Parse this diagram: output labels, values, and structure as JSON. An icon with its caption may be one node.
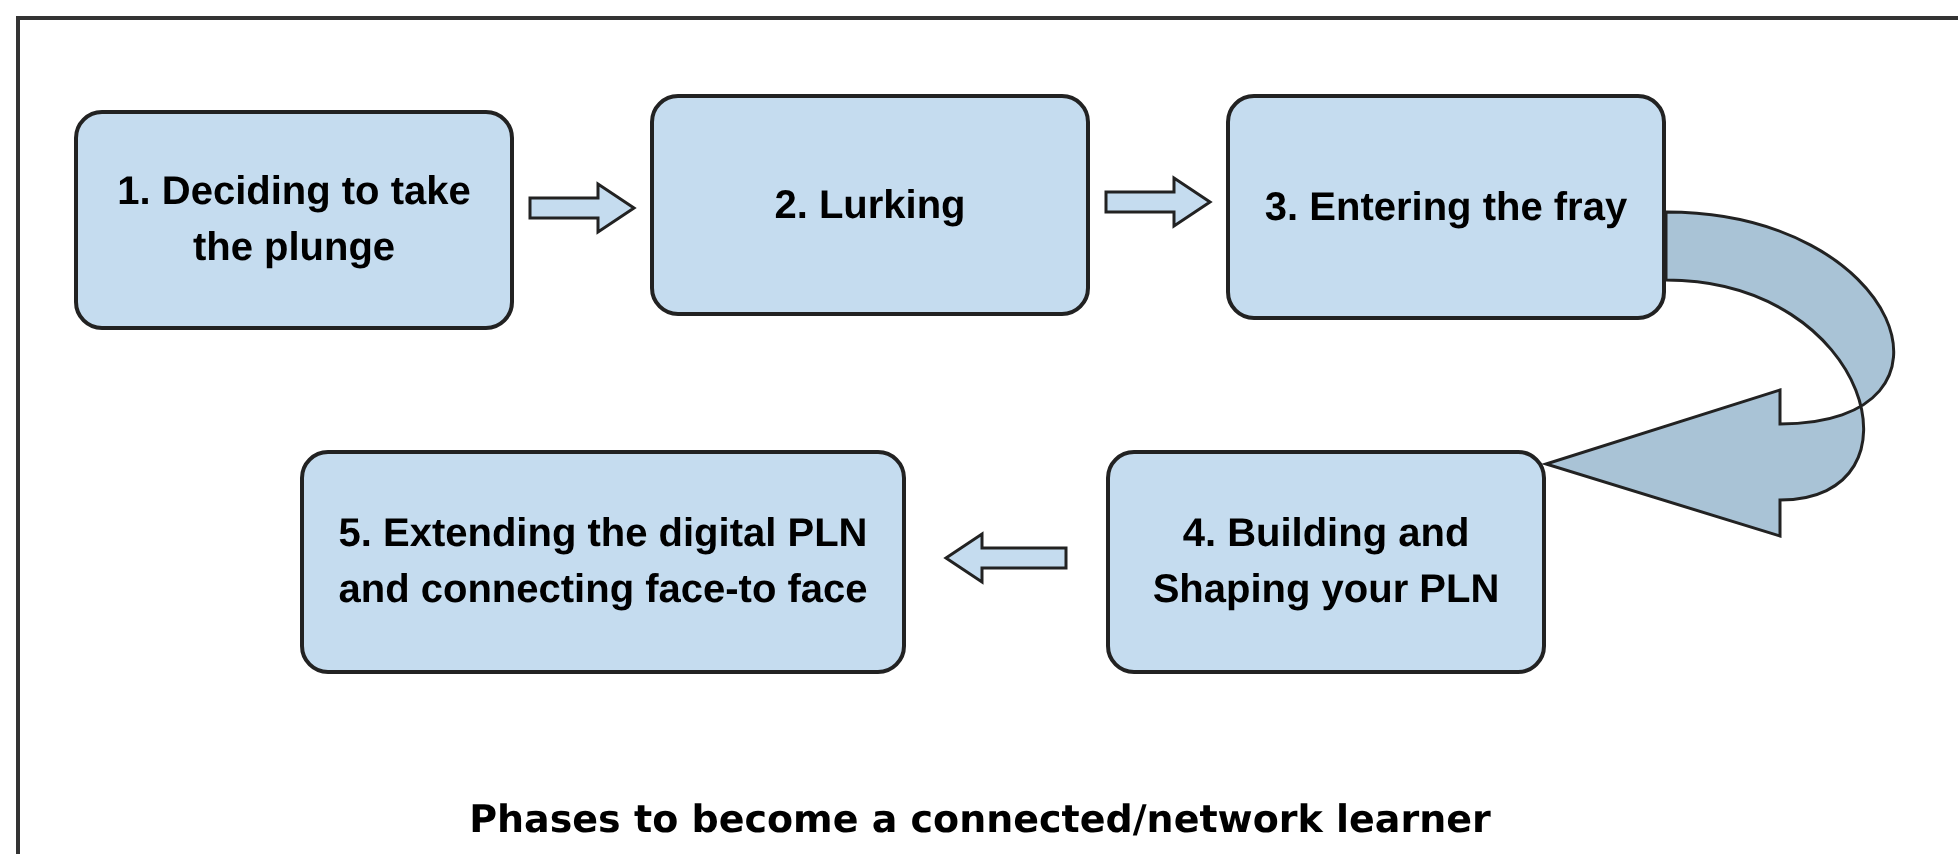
{
  "diagram": {
    "caption": "Phases to become a connected/network learner",
    "nodes": [
      {
        "text": [
          "1. Deciding to take the plunge"
        ]
      },
      {
        "text": [
          "2. Lurking"
        ]
      },
      {
        "text": [
          "3. Entering the fray"
        ]
      },
      {
        "text": [
          "4. Building and Shaping your PLN"
        ]
      },
      {
        "text": [
          "5. Extending the digital PLN and connecting face-to face"
        ]
      }
    ],
    "edges": [
      {
        "from": 0,
        "to": 1,
        "arrow": "to"
      },
      {
        "from": 1,
        "to": 2,
        "arrow": "to"
      },
      {
        "from": 2,
        "to": 3,
        "arrow": "to"
      },
      {
        "from": 3,
        "to": 4,
        "arrow": "to"
      }
    ]
  }
}
